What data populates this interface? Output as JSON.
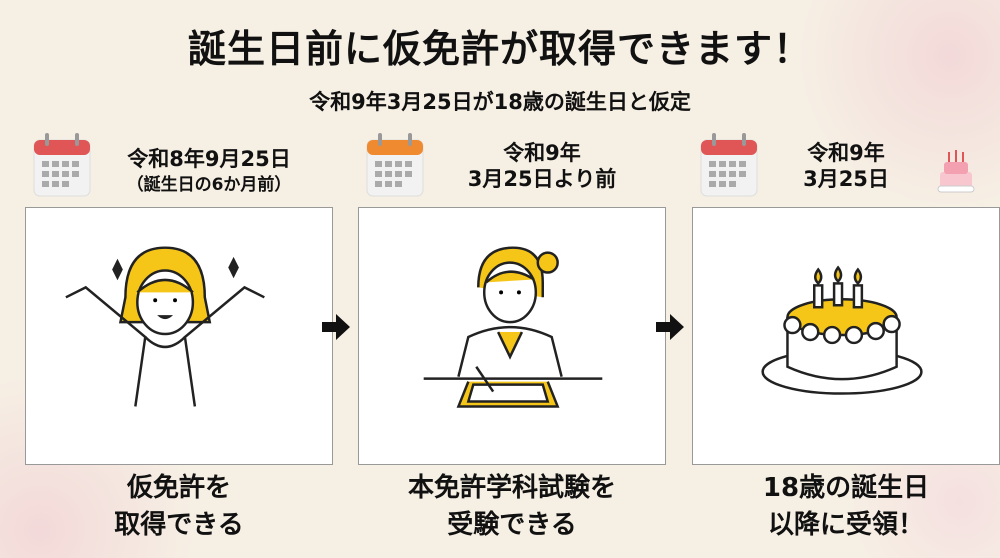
{
  "title": "誕生日前に仮免許が取得できます！",
  "subtitle": "令和9年3月25日が18歳の誕生日と仮定",
  "steps": [
    {
      "date_line1": "令和8年9月25日",
      "date_line2": "（誕生日の6か月前）",
      "caption_line1": "仮免許を",
      "caption_line2": "取得できる",
      "calendar_color": "#e05555",
      "illustration": "cheering-woman"
    },
    {
      "date_line1": "令和9年",
      "date_line2": "3月25日より前",
      "caption_line1": "本免許学科試験を",
      "caption_line2": "受験できる",
      "calendar_color": "#f08a30",
      "illustration": "woman-taking-exam"
    },
    {
      "date_line1": "令和9年",
      "date_line2": "3月25日",
      "caption_line1": "18歳の誕生日",
      "caption_line2": "以降に受領！",
      "calendar_color": "#e05555",
      "illustration": "birthday-cake"
    }
  ],
  "colors": {
    "accent": "#f5c518"
  }
}
